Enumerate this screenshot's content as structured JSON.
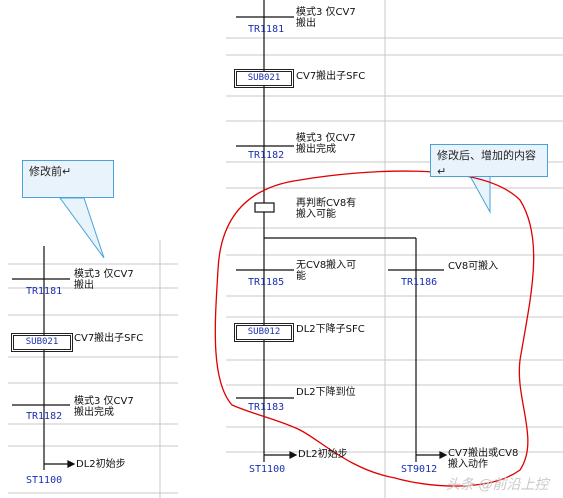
{
  "colors": {
    "grid": "#c0c0c0",
    "line": "#111111",
    "id": "#1a2fb0",
    "callout_fill": "#e9f3fb",
    "callout_border": "#4aa3d8",
    "annotation": "#e00000"
  },
  "left": {
    "callout": "修改前↵",
    "steps": [
      {
        "id": "TR1181",
        "text": "模式3 仅CV7\n搬出"
      },
      {
        "id": "SUB021",
        "text": "CV7搬出子SFC"
      },
      {
        "id": "TR1182",
        "text": "模式3 仅CV7\n搬出完成"
      },
      {
        "id": "ST1100",
        "text": "DL2初始步"
      }
    ]
  },
  "right": {
    "callout": "修改后、增加的内容↵",
    "steps": [
      {
        "id": "TR1181",
        "text": "模式3 仅CV7\n搬出"
      },
      {
        "id": "SUB021",
        "text": "CV7搬出子SFC"
      },
      {
        "id": "TR1182",
        "text": "模式3 仅CV7\n搬出完成"
      },
      {
        "id": "",
        "text": "再判断CV8有\n搬入可能"
      },
      {
        "id": "TR1185",
        "text": "无CV8搬入可\n能"
      },
      {
        "id": "TR1186",
        "text": "CV8可搬入"
      },
      {
        "id": "SUB012",
        "text": "DL2下降子SFC"
      },
      {
        "id": "TR1183",
        "text": "DL2下降到位"
      },
      {
        "id": "ST1100",
        "text": "DL2初始步"
      },
      {
        "id": "ST9012",
        "text": "CV7搬出或CV8\n搬入动作"
      }
    ]
  },
  "watermark": "头条 @前沿上控"
}
